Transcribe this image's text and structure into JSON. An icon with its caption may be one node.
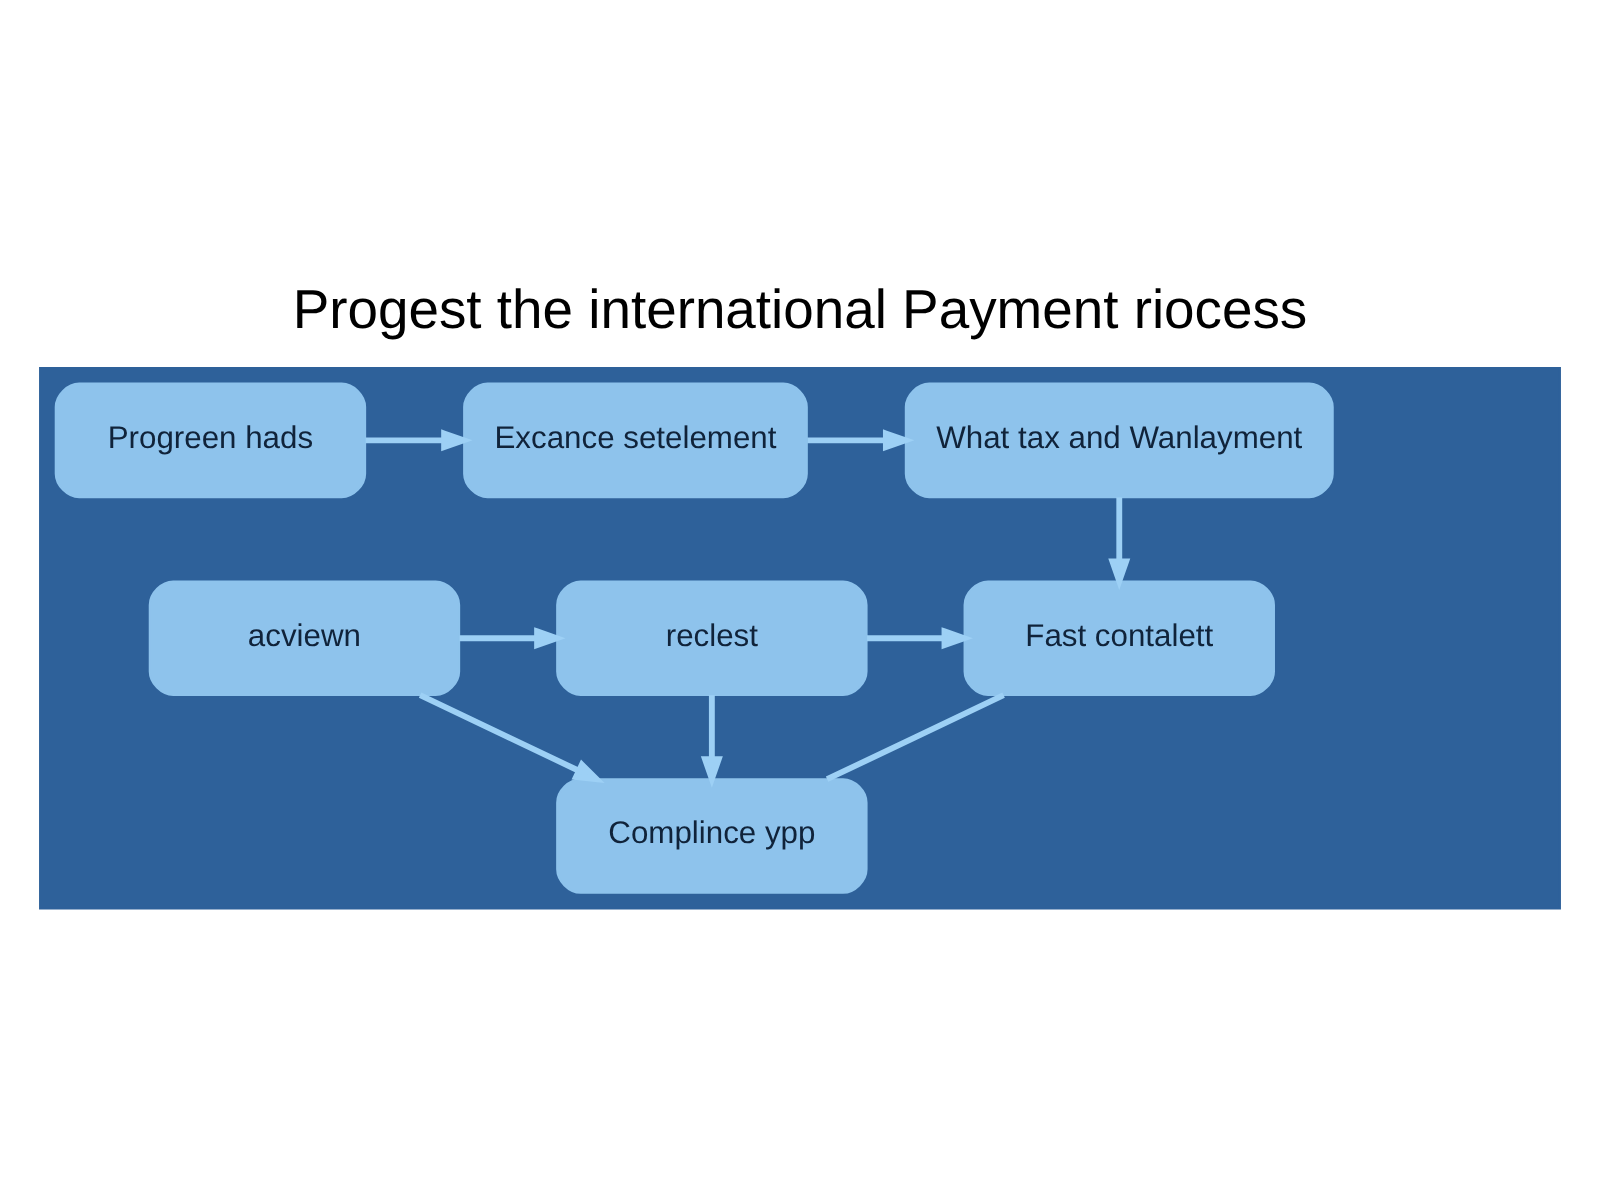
{
  "diagram": {
    "title": "Progest the international Payment riocess",
    "nodes": [
      {
        "text": [],
        "shape": "box"
      },
      {
        "text": [
          "Progreen hads"
        ],
        "in": 0
      },
      {
        "text": [
          "Excance setelement"
        ],
        "in": 0
      },
      {
        "text": [
          "What tax and Wanlayment"
        ],
        "in": 0
      },
      {
        "text": [
          "acviewn"
        ],
        "in": 0
      },
      {
        "text": [
          "reclest"
        ],
        "in": 0
      },
      {
        "text": [
          "Fast contalett"
        ],
        "in": 0
      },
      {
        "text": [
          "Complince ypp"
        ],
        "in": 0
      }
    ],
    "edges": [
      {
        "from": 1,
        "to": 2,
        "arrow": "to"
      },
      {
        "from": 2,
        "to": 3,
        "arrow": "to"
      },
      {
        "from": 3,
        "to": 6,
        "arrow": "to"
      },
      {
        "from": 4,
        "to": 5,
        "arrow": "to"
      },
      {
        "from": 5,
        "to": 6,
        "arrow": "to"
      },
      {
        "from": 4,
        "to": 7,
        "arrow": "to"
      },
      {
        "from": 5,
        "to": 7,
        "arrow": "to"
      },
      {
        "from": 6,
        "to": 7,
        "arrow": "none"
      }
    ]
  }
}
